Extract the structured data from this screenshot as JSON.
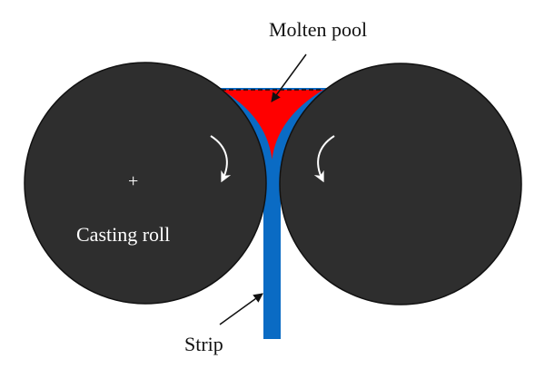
{
  "labels": {
    "molten_pool": "Molten pool",
    "casting_roll": "Casting roll",
    "strip": "Strip",
    "roll_center_mark": "+"
  },
  "colors": {
    "roll": "#2e2e2e",
    "roll_outline": "#111111",
    "shell_and_strip": "#0a6bc4",
    "molten_metal": "#ff0000",
    "arrows_on_roll": "#ffffff",
    "callout_arrows": "#111111"
  }
}
